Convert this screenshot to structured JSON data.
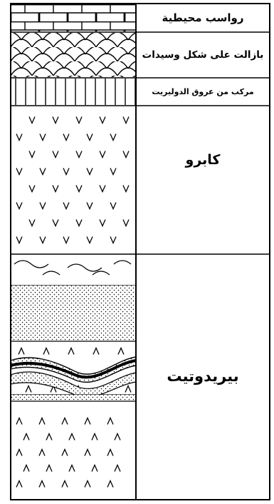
{
  "layers": [
    {
      "id": "sediments",
      "label": "رواسب محيطية",
      "pattern": "brick"
    },
    {
      "id": "pillow-basalt",
      "label": "بازالت على شكل وسيدات",
      "pattern": "pillow"
    },
    {
      "id": "dike-complex",
      "label": "مركب من عروق الدوليريت",
      "pattern": "dikes"
    },
    {
      "id": "gabbro",
      "label": "كابرو",
      "pattern": "v-marks"
    },
    {
      "id": "peridotite",
      "label": "بيريدوتيت",
      "pattern": "mixed-ultramafic"
    }
  ]
}
